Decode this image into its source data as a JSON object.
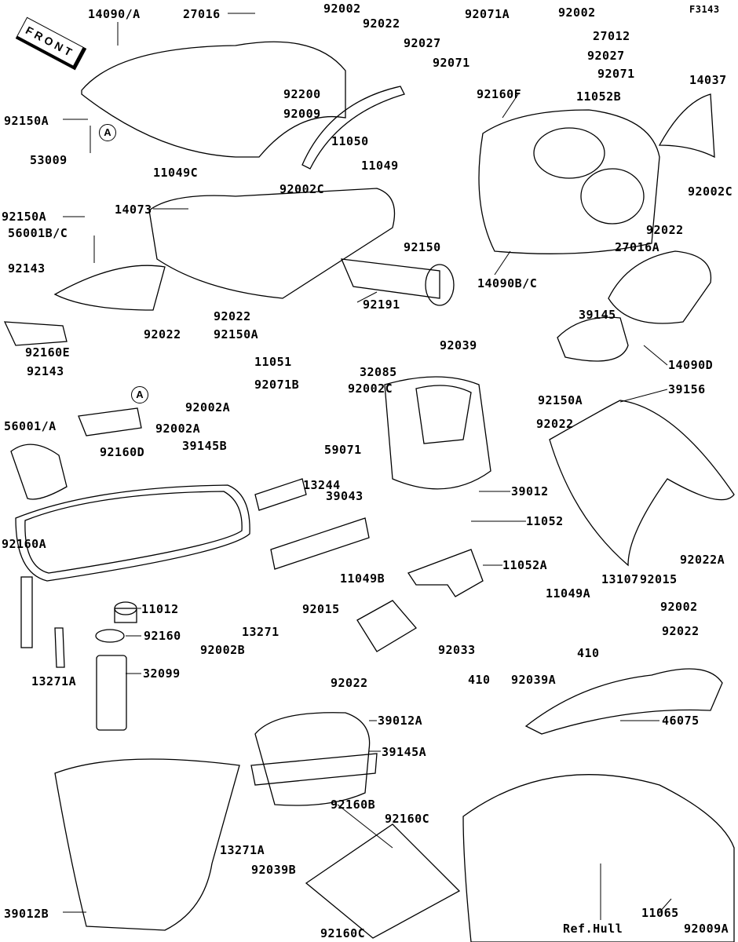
{
  "figure_code": "F3143",
  "front_marker": "FRONT",
  "reference_marker": "A",
  "labels": [
    "14090/A",
    "27016",
    "92002",
    "92022",
    "92027",
    "92071A",
    "92002",
    "27012",
    "92027",
    "92071",
    "14037",
    "11052B",
    "92071",
    "92160F",
    "92200",
    "92009",
    "92150A",
    "11050",
    "53009",
    "11049C",
    "11049",
    "92002C",
    "92002C",
    "14073",
    "92150A",
    "56001B/C",
    "92022",
    "92150",
    "27016A",
    "92143",
    "14090B/C",
    "92191",
    "92022",
    "39145",
    "92150A",
    "92160E",
    "92039",
    "92022",
    "11051",
    "14090D",
    "32085",
    "92143",
    "92071B",
    "92002C",
    "39156",
    "92002A",
    "92150A",
    "56001/A",
    "92002A",
    "92022",
    "92160D",
    "39145B",
    "59071",
    "39043",
    "13244",
    "39012",
    "11052",
    "92160A",
    "11052A",
    "11049B",
    "13107",
    "11049A",
    "11012",
    "92015",
    "92002",
    "92022A",
    "92015",
    "92160",
    "92002B",
    "13271",
    "92033",
    "410",
    "92022",
    "32099",
    "13271A",
    "92022",
    "410",
    "92039A",
    "39012A",
    "46075",
    "39145A",
    "92160B",
    "92160C",
    "13271A",
    "92039B",
    "39012B",
    "11065",
    "Ref.Hull",
    "92009A",
    "92160C"
  ]
}
